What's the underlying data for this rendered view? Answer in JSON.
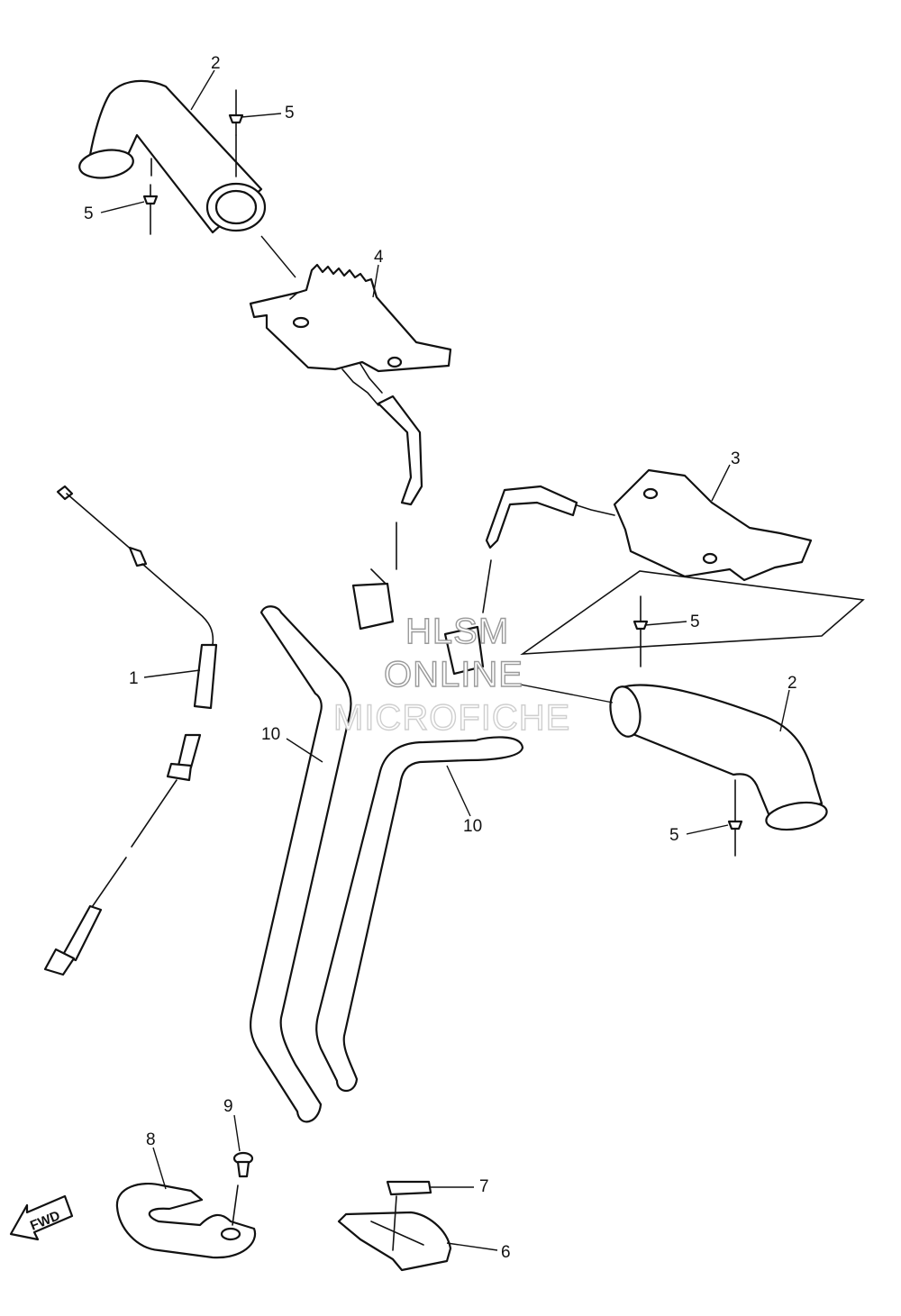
{
  "watermark": {
    "line1": "HLSM",
    "line2": "ONLINE",
    "line3": "MICROFICHE"
  },
  "direction_label": "FWD",
  "callouts": [
    {
      "id": "c1",
      "text": "1"
    },
    {
      "id": "c2a",
      "text": "2"
    },
    {
      "id": "c2b",
      "text": "2"
    },
    {
      "id": "c3",
      "text": "3"
    },
    {
      "id": "c4",
      "text": "4"
    },
    {
      "id": "c5a",
      "text": "5"
    },
    {
      "id": "c5b",
      "text": "5"
    },
    {
      "id": "c5c",
      "text": "5"
    },
    {
      "id": "c5d",
      "text": "5"
    },
    {
      "id": "c6",
      "text": "6"
    },
    {
      "id": "c7",
      "text": "7"
    },
    {
      "id": "c8",
      "text": "8"
    },
    {
      "id": "c9",
      "text": "9"
    },
    {
      "id": "c10a",
      "text": "10"
    },
    {
      "id": "c10b",
      "text": "10"
    }
  ]
}
